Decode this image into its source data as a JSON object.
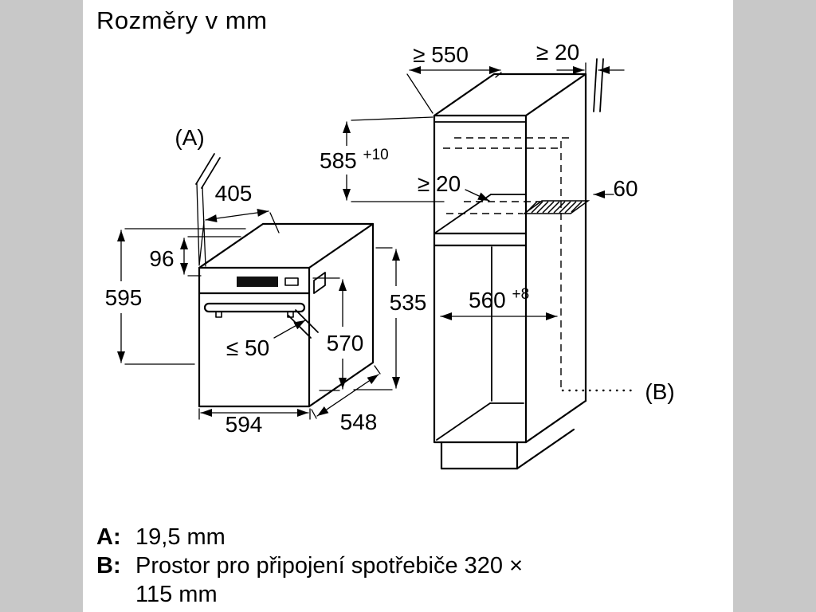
{
  "page": {
    "title": "Rozměry v mm"
  },
  "oven": {
    "label_a": "(A)",
    "dims": {
      "top_depth": "405",
      "panel": "96",
      "height": "595",
      "handle": "≤ 50",
      "front_height": "570",
      "side_height": "535",
      "width": "594",
      "depth": "548"
    }
  },
  "cabinet": {
    "label_b": "(B)",
    "dims": {
      "depth_min": "≥ 550",
      "wall_gap": "≥ 20",
      "niche_height": "585",
      "niche_height_tol": "+10",
      "back_gap": "≥ 20",
      "vent_width": "60",
      "niche_width": "560",
      "niche_width_tol": "+8"
    }
  },
  "legend": {
    "a_key": "A:",
    "a_value": "19,5 mm",
    "b_key": "B:",
    "b_line1": "Prostor pro připojení spotřebiče 320 ×",
    "b_line2": "115 mm"
  }
}
